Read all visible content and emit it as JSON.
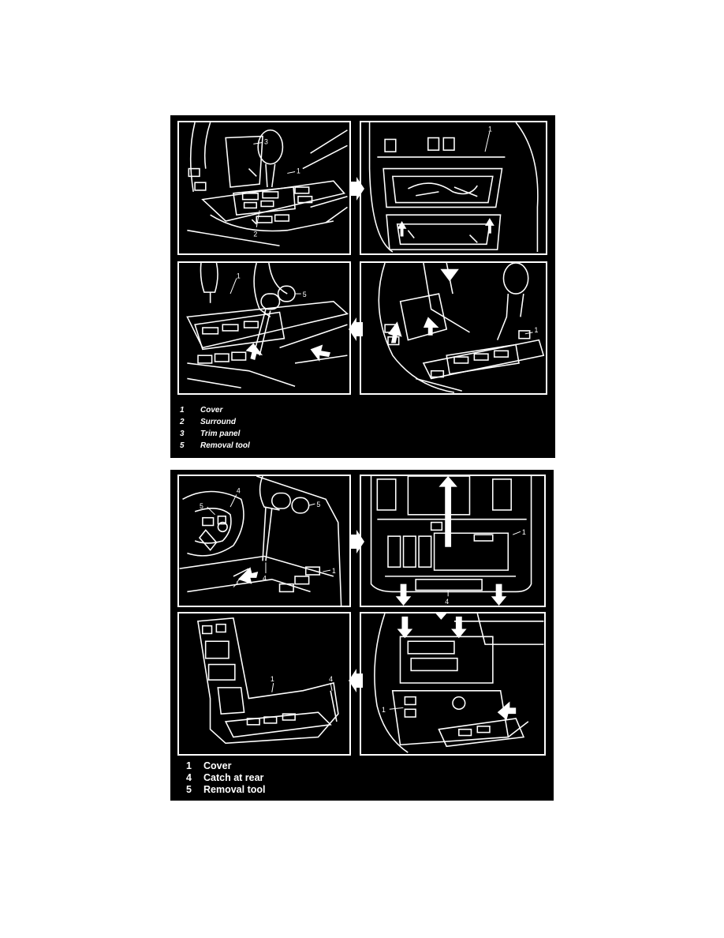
{
  "figure1": {
    "legend": [
      {
        "num": "1",
        "text": "Cover"
      },
      {
        "num": "2",
        "text": "Surround"
      },
      {
        "num": "3",
        "text": "Trim panel"
      },
      {
        "num": "5",
        "text": "Removal tool"
      }
    ],
    "callouts": {
      "p1": [
        "3",
        "1",
        "2"
      ],
      "p2": [
        "1"
      ],
      "p3": [
        "1",
        "5"
      ],
      "p4": [
        "1"
      ]
    }
  },
  "figure2": {
    "legend": [
      {
        "num": "1",
        "text": "Cover"
      },
      {
        "num": "4",
        "text": "Catch at rear"
      },
      {
        "num": "5",
        "text": "Removal tool"
      }
    ],
    "callouts": {
      "p1": [
        "4",
        "5",
        "5",
        "4",
        "1"
      ],
      "p2": [
        "1",
        "4"
      ],
      "p3": [
        "1",
        "4"
      ],
      "p4": [
        "1"
      ]
    }
  },
  "colors": {
    "background": "#000000",
    "linework": "#ffffff",
    "page": "#ffffff"
  }
}
